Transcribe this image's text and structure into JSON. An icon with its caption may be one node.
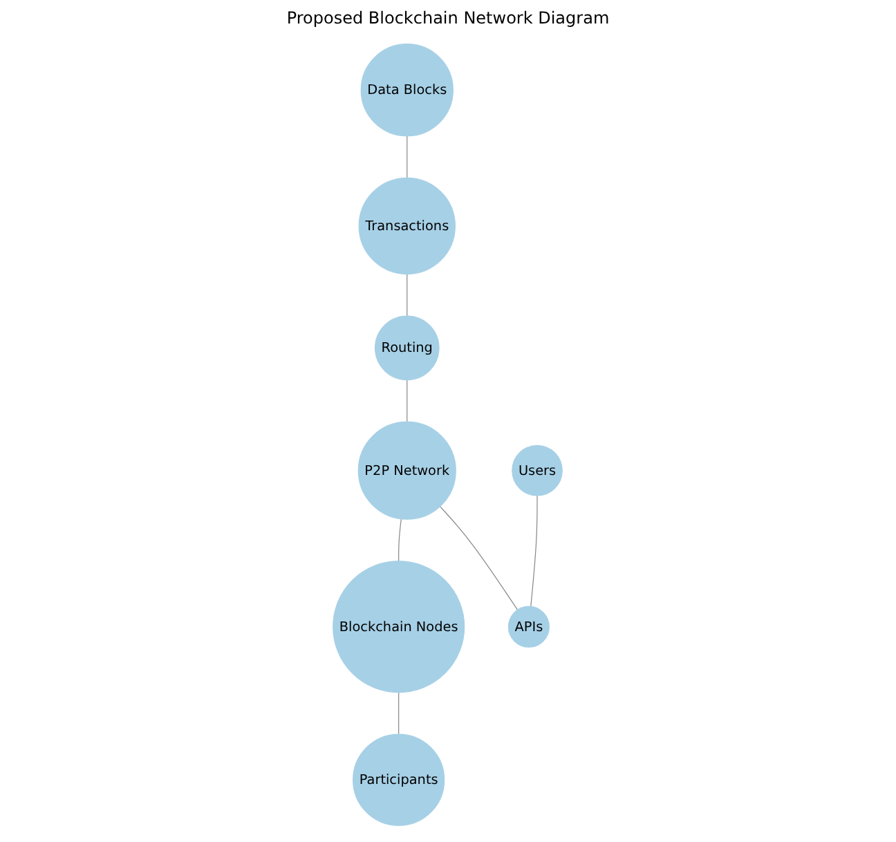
{
  "diagram": {
    "title": "Proposed Blockchain Network Diagram",
    "nodes": [
      {
        "text": [
          "Data Blocks"
        ]
      },
      {
        "text": [
          "Routing"
        ]
      },
      {
        "text": [
          "Transactions"
        ]
      },
      {
        "text": [
          "P2P Network"
        ]
      },
      {
        "text": [
          "Blockchain Nodes"
        ]
      },
      {
        "text": [
          "Participants"
        ]
      },
      {
        "text": [
          "Users"
        ]
      },
      {
        "text": [
          "APIs"
        ]
      }
    ],
    "edges": [
      {
        "from": 0,
        "to": 2,
        "arrow": "none"
      },
      {
        "from": 2,
        "to": 1,
        "arrow": "none"
      },
      {
        "from": 1,
        "to": 3,
        "arrow": "none"
      },
      {
        "from": 3,
        "to": 4,
        "arrow": "none"
      },
      {
        "from": 4,
        "to": 5,
        "arrow": "none"
      },
      {
        "from": 3,
        "to": 7,
        "arrow": "none"
      },
      {
        "from": 6,
        "to": 7,
        "arrow": "none"
      }
    ]
  }
}
